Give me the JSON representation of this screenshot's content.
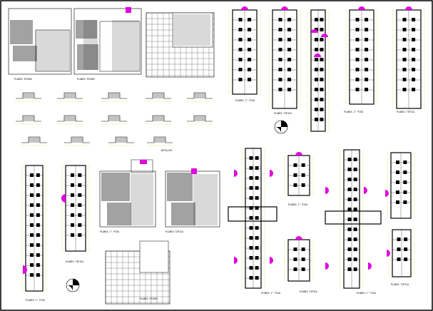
{
  "sheet": {
    "frame_color": "#000000",
    "background": "#ffffff"
  },
  "colors": {
    "door": "#e000e0",
    "dimension": "#d4d400",
    "ink": "#000000"
  },
  "captions": {
    "tall_plan_1": "PLANTA 1° PISO",
    "tall_plan_2": "PLANTA TIPICA",
    "tall_plan_3": "PLANTA 1° PISO",
    "tall_plan_4": "PLANTA TIPICA",
    "left_plan_1": "PLANTA 1° PISO",
    "left_plan_2": "PLANTA TIPICA",
    "center_plan_1": "PLANTA 1° PISO",
    "center_plan_2": "PLANTA TIPICA",
    "center_plan_3": "PLANTA 1° PISO",
    "right_plan_1": "PLANTA TIPICA",
    "right_plan_2": "PLANTA 1° PISO",
    "roof_plan": "PLANTA TECHOS",
    "bottom_plan": "PLANTA TECHOS",
    "details": "DETALLES"
  }
}
